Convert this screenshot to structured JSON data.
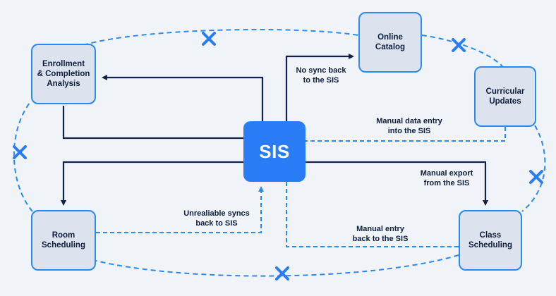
{
  "nodes": {
    "enrollment": "Enrollment\n& Completion\nAnalysis",
    "catalog": "Online\nCatalog",
    "curricular": "Curricular\nUpdates",
    "room": "Room\nScheduling",
    "class": "Class\nScheduling",
    "sis": "SIS"
  },
  "labels": {
    "no_sync": "No sync back\nto the SIS",
    "manual_data_entry": "Manual data entry\ninto the SIS",
    "manual_export": "Manual export\nfrom the SIS",
    "manual_entry_back": "Manual entry\nback to the SIS",
    "unreliable_syncs": "Unrealiable syncs\nback to SIS"
  },
  "colors": {
    "accent": "#2a7cf6",
    "solid_line": "#11214a",
    "dashed_line": "#2a8af0",
    "broken_link": "#2a7cf6",
    "background": "#f0f3f8"
  }
}
